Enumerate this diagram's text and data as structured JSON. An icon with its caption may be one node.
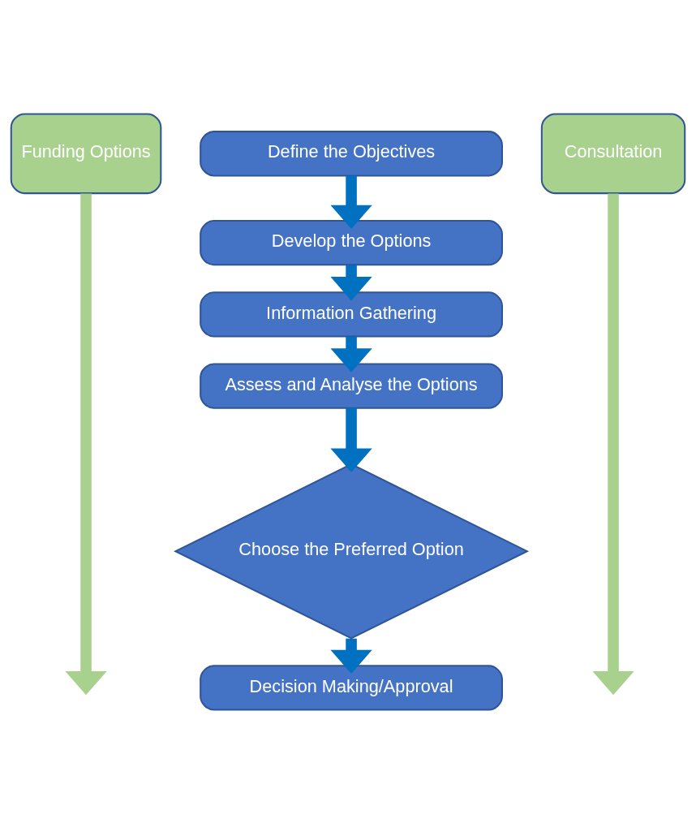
{
  "diagram": {
    "nodes": [
      {
        "text": [
          "Funding Options"
        ]
      },
      {
        "text": [
          "Define the Objectives"
        ]
      },
      {
        "text": [
          "Develop the Options"
        ]
      },
      {
        "text": [
          "Information Gathering"
        ]
      },
      {
        "text": [
          "Assess and Analyse the Options"
        ]
      },
      {
        "text": [
          "Choose the Preferred Option"
        ]
      },
      {
        "text": [
          "Decision Making/Approval"
        ]
      },
      {
        "text": [
          "Consultation"
        ]
      }
    ],
    "edges": [
      {
        "from": 0,
        "to": null,
        "arrow": "to",
        "color": "#a9d18e"
      },
      {
        "from": 1,
        "to": 2,
        "arrow": "to"
      },
      {
        "from": 2,
        "to": 3,
        "arrow": "to"
      },
      {
        "from": 3,
        "to": 4,
        "arrow": "to"
      },
      {
        "from": 4,
        "to": 5,
        "arrow": "to"
      },
      {
        "from": 5,
        "to": 6,
        "arrow": "to"
      },
      {
        "from": 7,
        "to": null,
        "arrow": "to",
        "color": "#a9d18e"
      }
    ]
  }
}
